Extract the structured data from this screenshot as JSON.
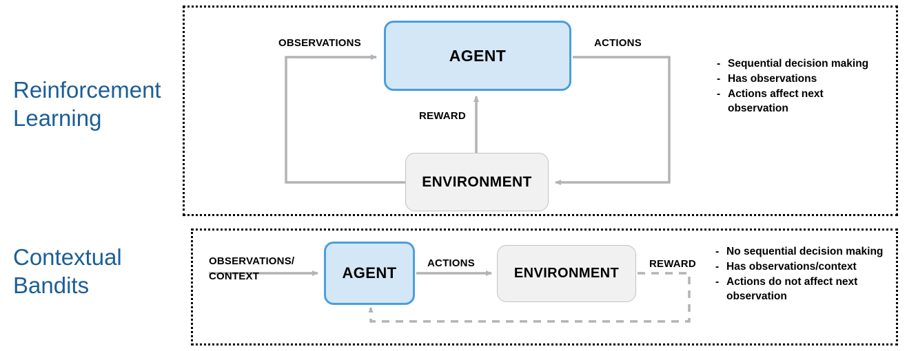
{
  "sections": [
    {
      "id": "reinforcement-learning",
      "title": "Reinforcement\nLearning",
      "nodes": {
        "agent": "AGENT",
        "environment": "ENVIRONMENT"
      },
      "edges": {
        "observations": "OBSERVATIONS",
        "actions": "ACTIONS",
        "reward": "REWARD"
      },
      "bullets": [
        "Sequential decision making",
        "Has observations",
        "Actions affect next observation"
      ]
    },
    {
      "id": "contextual-bandits",
      "title": "Contextual\nBandits",
      "nodes": {
        "agent": "AGENT",
        "environment": "ENVIRONMENT"
      },
      "edges": {
        "observations": "OBSERVATIONS/\nCONTEXT",
        "actions": "ACTIONS",
        "reward": "REWARD"
      },
      "bullets": [
        "No sequential decision making",
        "Has observations/context",
        "Actions do not affect next observation"
      ]
    }
  ],
  "bullet_marker": "-",
  "colors": {
    "heading": "#1b5e96",
    "agent_fill": "#d4e7f7",
    "agent_border": "#4a9ede",
    "environment_fill": "#f1f1f1",
    "environment_border": "#c2c2c2",
    "wire": "#b3b3b3",
    "panel_border": "#000000"
  }
}
